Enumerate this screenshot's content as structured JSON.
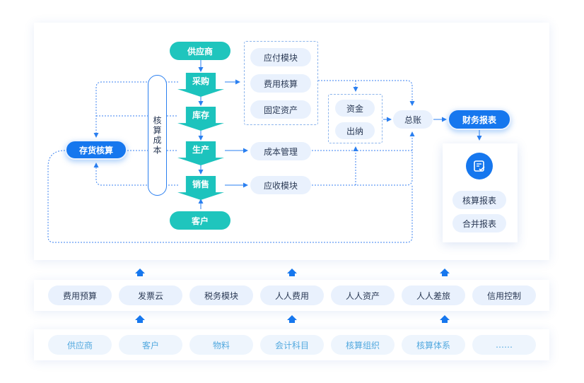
{
  "flow": {
    "supplier": "供应商",
    "purchase": "采购",
    "inventory": "库存",
    "production": "生产",
    "sales": "销售",
    "customer": "客户",
    "cost_accounting_vertical": "核算成本",
    "inventory_accounting": "存货核算",
    "payable_module": "应付模块",
    "expense_accounting": "费用核算",
    "fixed_assets": "固定资产",
    "cost_management": "成本管理",
    "receivable_module": "应收模块",
    "funds": "资金",
    "cashier": "出纳",
    "general_ledger": "总账",
    "financial_report": "财务报表"
  },
  "report_card": {
    "icon": "report-icon",
    "items": [
      "核算报表",
      "合并报表"
    ]
  },
  "services_row": {
    "items": [
      "费用预算",
      "发票云",
      "税务模块",
      "人人费用",
      "人人资产",
      "人人差旅",
      "信用控制"
    ]
  },
  "master_data_row": {
    "items": [
      "供应商",
      "客户",
      "物料",
      "会计科目",
      "核算组织",
      "核算体系",
      "……"
    ]
  },
  "colors": {
    "primary": "#1677ee",
    "teal": "#1fc5bd",
    "light_pill": "#e9f1fd",
    "line": "#2a7ff0"
  }
}
